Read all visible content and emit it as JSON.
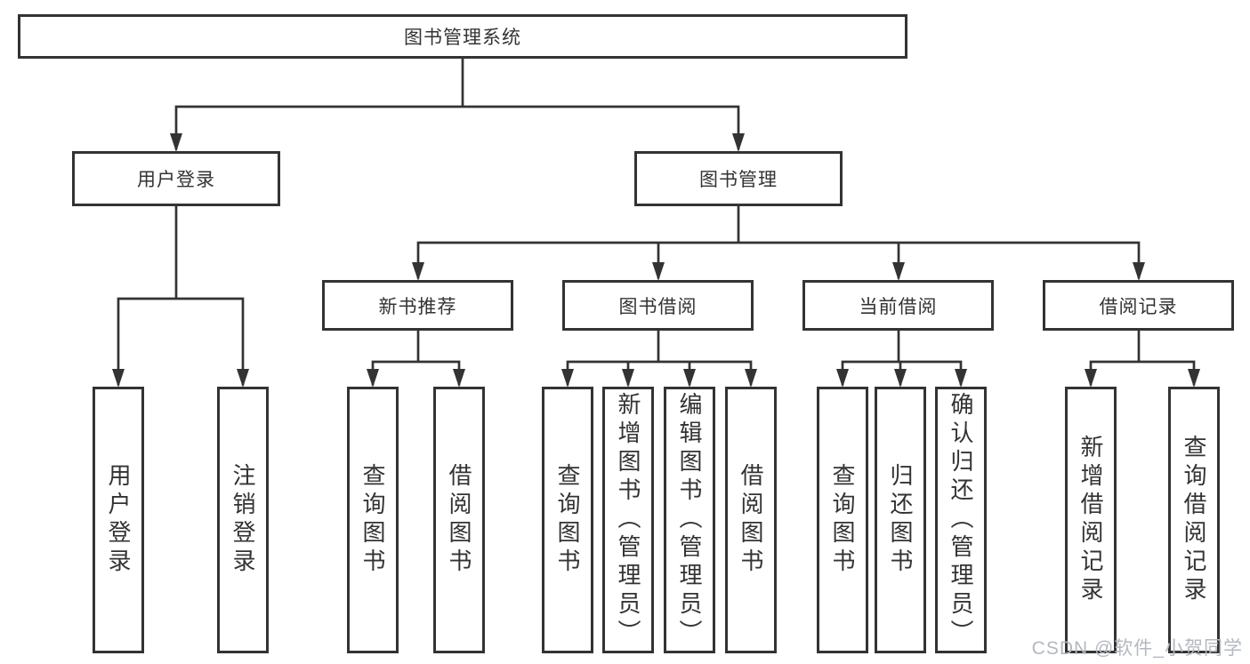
{
  "diagram_title": "图书管理系统",
  "tree": {
    "label": "图书管理系统",
    "children": [
      {
        "label": "用户登录",
        "children": [
          {
            "label": "用户登录"
          },
          {
            "label": "注销登录"
          }
        ]
      },
      {
        "label": "图书管理",
        "children": [
          {
            "label": "新书推荐",
            "children": [
              {
                "label": "查询图书"
              },
              {
                "label": "借阅图书"
              }
            ]
          },
          {
            "label": "图书借阅",
            "children": [
              {
                "label": "查询图书"
              },
              {
                "label": "新增图书（管理员）"
              },
              {
                "label": "编辑图书（管理员）"
              },
              {
                "label": "借阅图书"
              }
            ]
          },
          {
            "label": "当前借阅",
            "children": [
              {
                "label": "查询图书"
              },
              {
                "label": "归还图书"
              },
              {
                "label": "确认归还（管理员）"
              }
            ]
          },
          {
            "label": "借阅记录",
            "children": [
              {
                "label": "新增借阅记录"
              },
              {
                "label": "查询借阅记录"
              }
            ]
          }
        ]
      }
    ]
  },
  "watermark": {
    "text": "CSDN @软件_小贺同学"
  },
  "colors": {
    "line": "#333333",
    "text": "#333333",
    "background": "#ffffff",
    "watermark": "#b4b8bf"
  }
}
